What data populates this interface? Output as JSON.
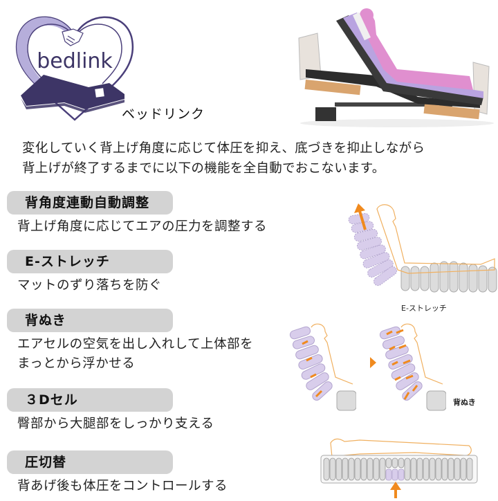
{
  "logo": {
    "wordmark": "bedlink",
    "colors": {
      "heart_outline": "#4a3f7a",
      "heart_fill": "#b6aedb",
      "mattress": "#3d3566"
    }
  },
  "product_name": "ベッドリンク",
  "intro": {
    "lines": [
      "変化していく背上げ角度に応じて体圧を抑え、底づきを抑止しながら",
      "背上げが終了するまでに以下の機能を全自動でおこないます。"
    ]
  },
  "features": [
    {
      "title": "背角度連動自動調整",
      "description": [
        "背上げ角度に応じてエアの圧力を調整する"
      ]
    },
    {
      "title": "E-ストレッチ",
      "description": [
        "マットのずり落ちを防ぐ"
      ]
    },
    {
      "title": "背ぬき",
      "description": [
        "エアセルの空気を出し入れして上体部を",
        "まっとから浮かせる"
      ]
    },
    {
      "title": "３Dセル",
      "description": [
        "臀部から大腿部をしっかり支える"
      ]
    },
    {
      "title": "圧切替",
      "description": [
        "背あげ後も体圧をコントロールする"
      ]
    }
  ],
  "diagrams": {
    "e_stretch_caption": "E-ストレッチ",
    "senuki_caption": "背ぬき"
  },
  "colors": {
    "pill_bg": "#d3d3d3",
    "accent_orange": "#f08a1e",
    "cell_purple": "#d8cdeb",
    "cell_gray": "#d9d9d9",
    "body_outline": "#f0b060"
  }
}
